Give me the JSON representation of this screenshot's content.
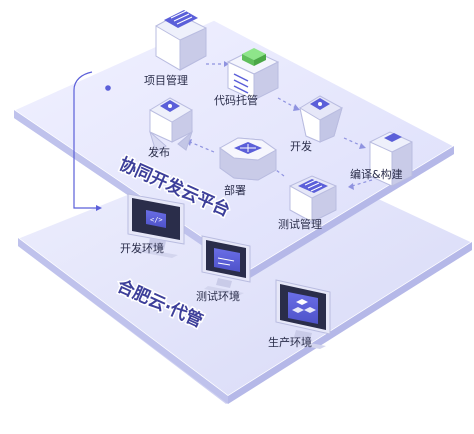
{
  "platforms": {
    "upper_title": "协同开发云平台",
    "lower_title": "合肥云·代管"
  },
  "nodes": {
    "project": "项目管理",
    "code": "代码托管",
    "dev": "开发",
    "build": "编译&构建",
    "release": "发布",
    "deploy": "部署",
    "test": "测试管理"
  },
  "environments": {
    "dev": "开发环境",
    "test": "测试环境",
    "prod": "生产环境"
  },
  "colors": {
    "accent": "#5b5fd9",
    "platform_top": "#e9eaff",
    "platform_edge": "#c9cbf3",
    "block_light": "#eeeef8",
    "block_side": "#c6c8e4",
    "green": "#6dd36b"
  }
}
